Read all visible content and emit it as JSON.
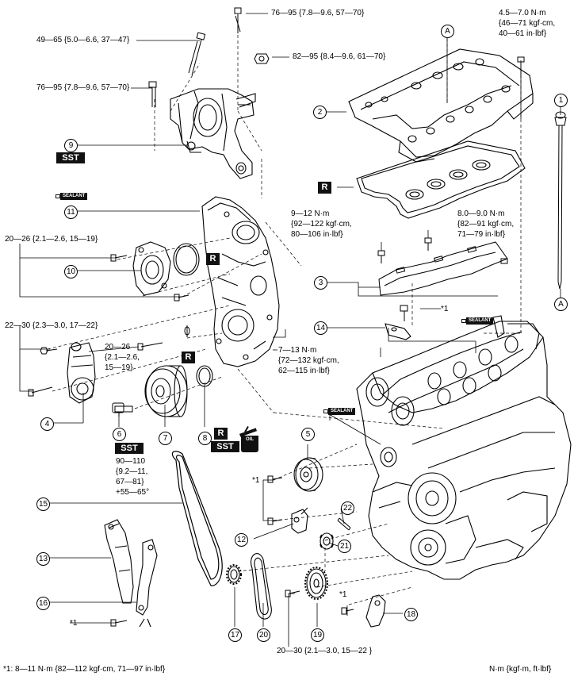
{
  "torque_labels": {
    "t1": "76—95 {7.8—9.6, 57—70}",
    "t2": "49—65 {5.0—6.6, 37—47}",
    "t3": "82—95 {8.4—9.6, 61—70}",
    "t4": "76—95 {7.8—9.6, 57—70}",
    "t5_line1": "4.5—7.0 N·m",
    "t5_line2": "{46—71 kgf·cm,",
    "t5_line3": "40—61 in·lbf}",
    "t6": "20—26 {2.1—2.6, 15—19}",
    "t7_line1": "9—12 N·m",
    "t7_line2": "{92—122 kgf·cm,",
    "t7_line3": "80—106 in·lbf}",
    "t8_line1": "8.0—9.0 N·m",
    "t8_line2": "{82—91 kgf·cm,",
    "t8_line3": "71—79 in·lbf}",
    "t9": "22—30 {2.3—3.0, 17—22}",
    "t10_line1": "20—26",
    "t10_line2": "{2.1—2.6,",
    "t10_line3": "15—19}",
    "t11_line1": "7—13 N·m",
    "t11_line2": "{72—132 kgf·cm,",
    "t11_line3": "62—115 in·lbf}",
    "t12_line1": "90—110",
    "t12_line2": "{9.2—11,",
    "t12_line3": "67—81}",
    "t12_line4": "+55—65°",
    "t13": "20—30 {2.1—3.0, 15—22 }",
    "star1": "*1",
    "footnote": "*1: 8—11 N·m {82—112 kgf·cm, 71—97 in·lbf}",
    "units": "N·m {kgf·m, ft·lbf}"
  },
  "callouts": [
    "1",
    "2",
    "3",
    "4",
    "5",
    "6",
    "7",
    "8",
    "9",
    "10",
    "11",
    "12",
    "13",
    "14",
    "15",
    "16",
    "17",
    "18",
    "19",
    "20",
    "21",
    "22"
  ],
  "refs": {
    "a": "A"
  },
  "badges": {
    "sst": "SST",
    "r": "R",
    "sealant": "SEALANT",
    "oil": "OIL"
  }
}
